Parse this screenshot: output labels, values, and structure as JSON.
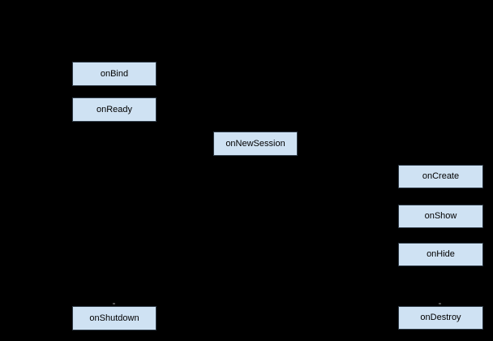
{
  "diagram": {
    "type": "lifecycle-flow-diagram",
    "colors": {
      "background": "#000000",
      "node_fill": "#cfe2f3",
      "node_border": "#2f3b47",
      "node_text": "#000000",
      "arrow_remnant": "#4f4f4f"
    },
    "nodes": [
      {
        "label": "onBind"
      },
      {
        "label": "onReady"
      },
      {
        "label": "onNewSession"
      },
      {
        "label": "onCreate"
      },
      {
        "label": "onShow"
      },
      {
        "label": "onHide"
      },
      {
        "label": "onShutdown"
      },
      {
        "label": "onDestroy"
      }
    ]
  }
}
